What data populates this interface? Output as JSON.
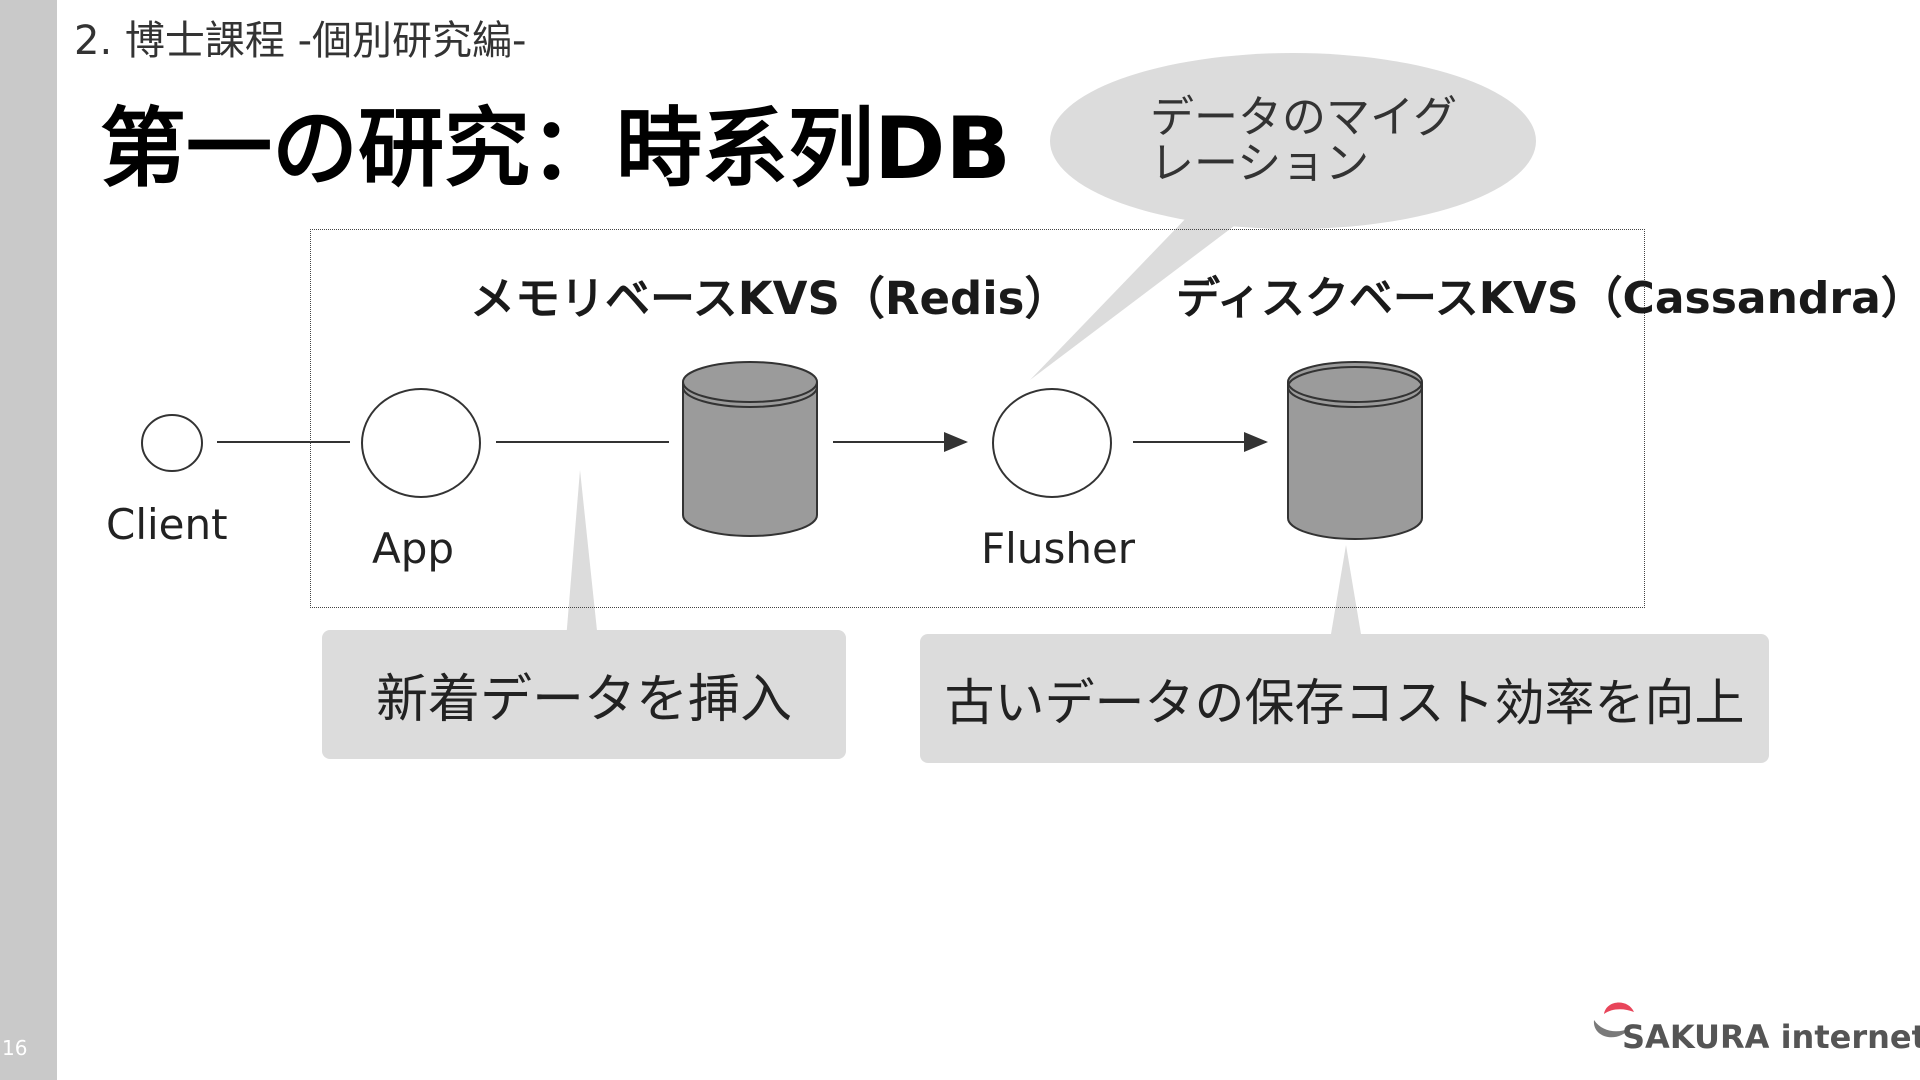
{
  "slide": {
    "page_number": "16",
    "section": "2. 博士課程 -個別研究編-",
    "title": "第一の研究：時系列DB"
  },
  "diagram": {
    "memory_kvs_label": "メモリベースKVS（Redis）",
    "disk_kvs_label": "ディスクベースKVS（Cassandra）",
    "nodes": {
      "client": "Client",
      "app": "App",
      "flusher": "Flusher"
    },
    "speech_bubble": {
      "line1": "データのマイグ",
      "line2": "レーション"
    },
    "callouts": {
      "insert": "新着データを挿入",
      "storage": "古いデータの保存コスト効率を向上"
    }
  },
  "footer": {
    "logo_text": "SAKURA internet"
  },
  "colors": {
    "sidebar": "#c9c9c9",
    "cylinder_fill": "#9b9b9b",
    "callout_fill": "#dcdcdc",
    "logo_red": "#e8455a",
    "logo_gray": "#7a7a7a"
  }
}
